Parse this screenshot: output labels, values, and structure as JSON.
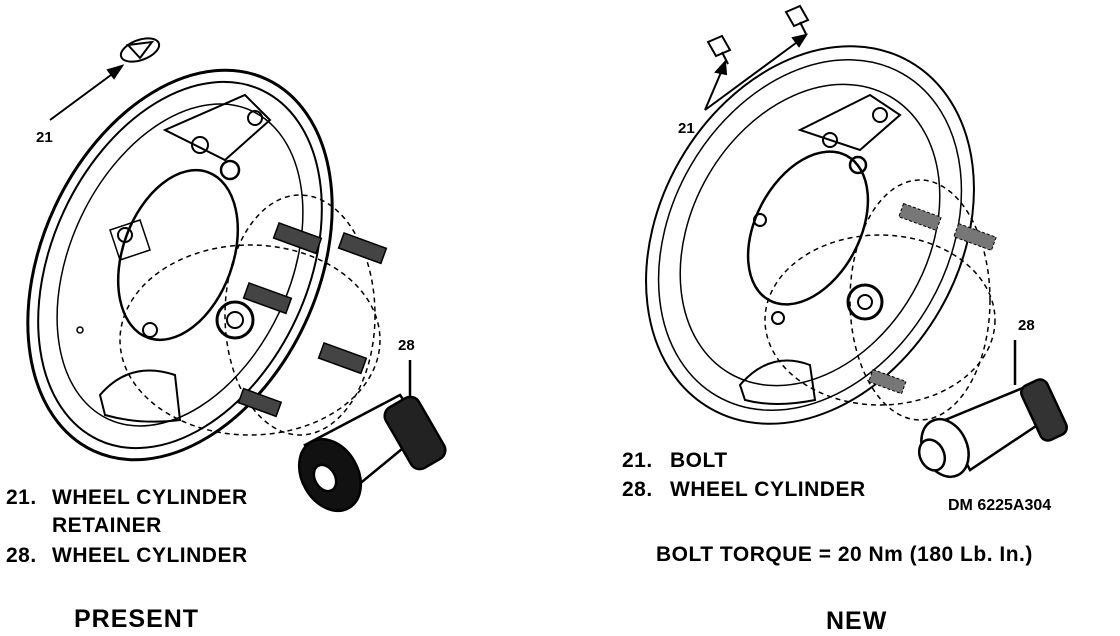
{
  "left_panel": {
    "callout_21": "21",
    "callout_28": "28",
    "legend": [
      {
        "num": "21.",
        "text": "WHEEL CYLINDER"
      },
      {
        "num": "",
        "text": "RETAINER"
      },
      {
        "num": "28.",
        "text": "WHEEL CYLINDER"
      }
    ],
    "caption": "PRESENT"
  },
  "right_panel": {
    "callout_21": "21",
    "callout_28": "28",
    "legend": [
      {
        "num": "21.",
        "text": "BOLT"
      },
      {
        "num": "28.",
        "text": "WHEEL CYLINDER"
      }
    ],
    "drawing_code": "DM 6225A304",
    "torque_note": "BOLT TORQUE = 20 Nm (180 Lb. In.)",
    "caption": "NEW"
  }
}
